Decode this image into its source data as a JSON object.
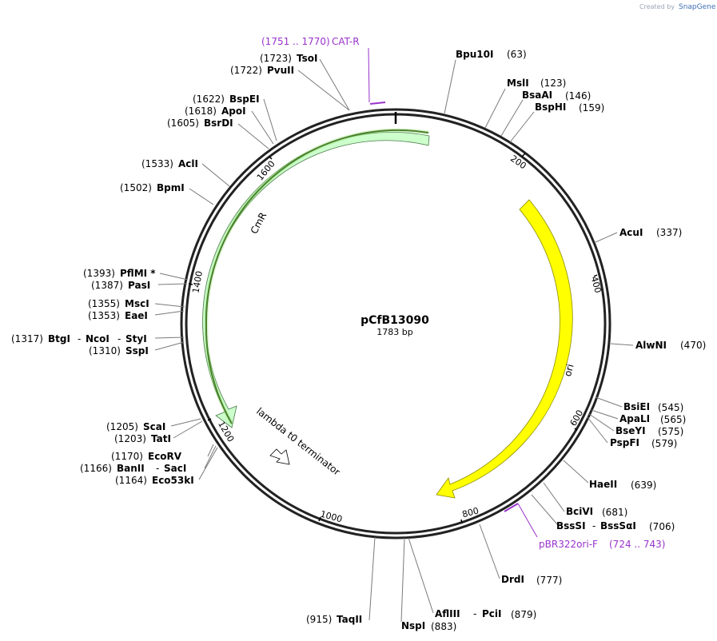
{
  "brand": {
    "prefix": "Created by",
    "name": "SnapGene"
  },
  "plasmid": {
    "name": "pCfB13090",
    "length_label": "1783 bp"
  },
  "ticks": [
    "200",
    "400",
    "600",
    "800",
    "1000",
    "1200",
    "1400",
    "1600"
  ],
  "features": {
    "cmr": "CmR",
    "ori": "ori",
    "terminator": "lambda t0 terminator"
  },
  "primers": [
    {
      "name": "CAT-R",
      "range": "(1751 .. 1770)"
    },
    {
      "name": "pBR322ori-F",
      "range": "(724 .. 743)"
    }
  ],
  "sites": [
    {
      "name": "Bpu10I",
      "pos": "(63)"
    },
    {
      "name": "MslI",
      "pos": "(123)"
    },
    {
      "name": "BsaAI",
      "pos": "(146)"
    },
    {
      "name": "BspHI",
      "pos": "(159)"
    },
    {
      "name": "AcuI",
      "pos": "(337)"
    },
    {
      "name": "AlwNI",
      "pos": "(470)"
    },
    {
      "name": "BsiEI",
      "pos": "(545)"
    },
    {
      "name": "ApaLI",
      "pos": "(565)"
    },
    {
      "name": "BseYI",
      "pos": "(575)"
    },
    {
      "name": "PspFI",
      "pos": "(579)"
    },
    {
      "name": "HaeII",
      "pos": "(639)"
    },
    {
      "name": "BciVI",
      "pos": "(681)"
    },
    {
      "name": "BssSI",
      "name2": "BssSαI",
      "pos": "(706)"
    },
    {
      "name": "DrdI",
      "pos": "(777)"
    },
    {
      "name": "AflIII",
      "name2": "PciI",
      "pos": "(879)"
    },
    {
      "name": "NspI",
      "pos": "(883)"
    },
    {
      "name": "TaqII",
      "pos": "(915)"
    },
    {
      "name": "Eco53kI",
      "pos": "(1164)"
    },
    {
      "name": "BanII",
      "name2": "SacI",
      "pos": "(1166)"
    },
    {
      "name": "EcoRV",
      "pos": "(1170)"
    },
    {
      "name": "TatI",
      "pos": "(1203)"
    },
    {
      "name": "ScaI",
      "pos": "(1205)"
    },
    {
      "name": "SspI",
      "pos": "(1310)"
    },
    {
      "name": "BtgI",
      "name2": "NcoI",
      "name3": "StyI",
      "pos": "(1317)"
    },
    {
      "name": "EaeI",
      "pos": "(1353)"
    },
    {
      "name": "MscI",
      "pos": "(1355)"
    },
    {
      "name": "PasI",
      "pos": "(1387)"
    },
    {
      "name": "PflMI *",
      "pos": "(1393)"
    },
    {
      "name": "BpmI",
      "pos": "(1502)"
    },
    {
      "name": "AclI",
      "pos": "(1533)"
    },
    {
      "name": "BsrDI",
      "pos": "(1605)"
    },
    {
      "name": "ApoI",
      "pos": "(1618)"
    },
    {
      "name": "BspEI",
      "pos": "(1622)"
    },
    {
      "name": "PvuII",
      "pos": "(1722)"
    },
    {
      "name": "TsoI",
      "pos": "(1723)"
    }
  ],
  "colors": {
    "cmr_fill": "#ccffcc",
    "ori_fill": "#ffff00",
    "primer": "#9933cc",
    "backbone": "#222222"
  }
}
